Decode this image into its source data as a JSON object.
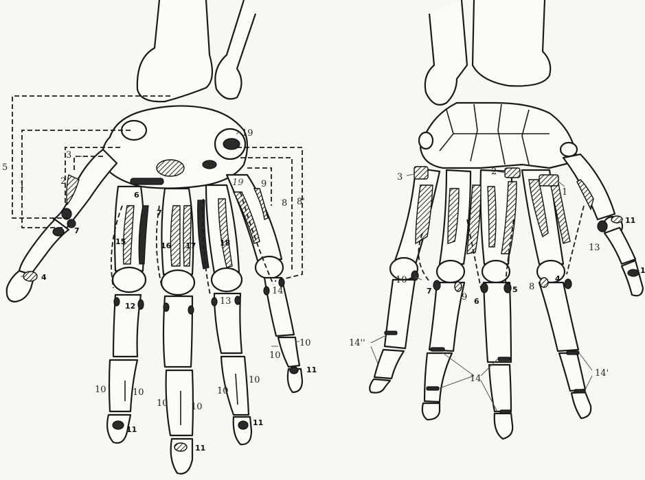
{
  "left_hand_labels": {
    "l1": "1",
    "l2": "2",
    "l3": "3",
    "l4": "4",
    "l5": "5",
    "l6": "6",
    "l7a": "7",
    "l7b": "7",
    "l8": "8",
    "l8p": "8'",
    "l9": "9",
    "l19a": "19",
    "l19b": "19",
    "l10a": "10",
    "l10b": "10",
    "l10c": "10",
    "l10d": "10",
    "l10e": "10",
    "l10f": "10",
    "l10g": "10",
    "l10h": "10",
    "l11a": "11",
    "l11b": "11",
    "l11c": "11",
    "l11d": "11",
    "l12": "12",
    "l13": "13",
    "l14": "14",
    "l15": "15",
    "l16": "16",
    "l17": "17",
    "l18": "18"
  },
  "right_hand_labels": {
    "r1": "1",
    "r2": "2",
    "r3": "3",
    "r4": "4",
    "r5": "5",
    "r6": "6",
    "r7": "7",
    "r8": "8",
    "r9": "9",
    "r10": "10",
    "r11": "11",
    "r13": "13",
    "r14": "14",
    "r14p": "14'",
    "r14pp": "14''"
  }
}
